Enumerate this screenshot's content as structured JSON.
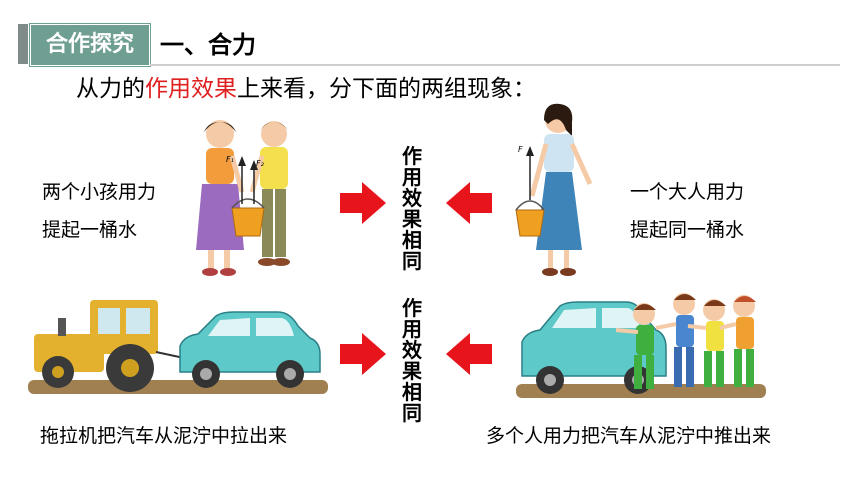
{
  "header": {
    "tag": "合作探究",
    "section_title": "一、合力"
  },
  "subtitle": {
    "prefix": "从力的",
    "highlight": "作用效果",
    "suffix": "上来看，分下面的两组现象："
  },
  "row1": {
    "left_line1": "两个小孩用力",
    "left_line2": "提起一桶水",
    "center": "作用效果相同",
    "right_line1": "一个大人用力",
    "right_line2": "提起同一桶水"
  },
  "row2": {
    "center": "作用效果相同",
    "left_caption": "拖拉机把汽车从泥泞中拉出来",
    "right_caption": "多个人用力把汽车从泥泞中推出来"
  },
  "figures": {
    "force_f1": "F₁",
    "force_f2": "F₂",
    "force_f": "F"
  },
  "colors": {
    "tag_bg": "#6f9e92",
    "highlight": "#e02020",
    "arrow": "#e8141c"
  }
}
